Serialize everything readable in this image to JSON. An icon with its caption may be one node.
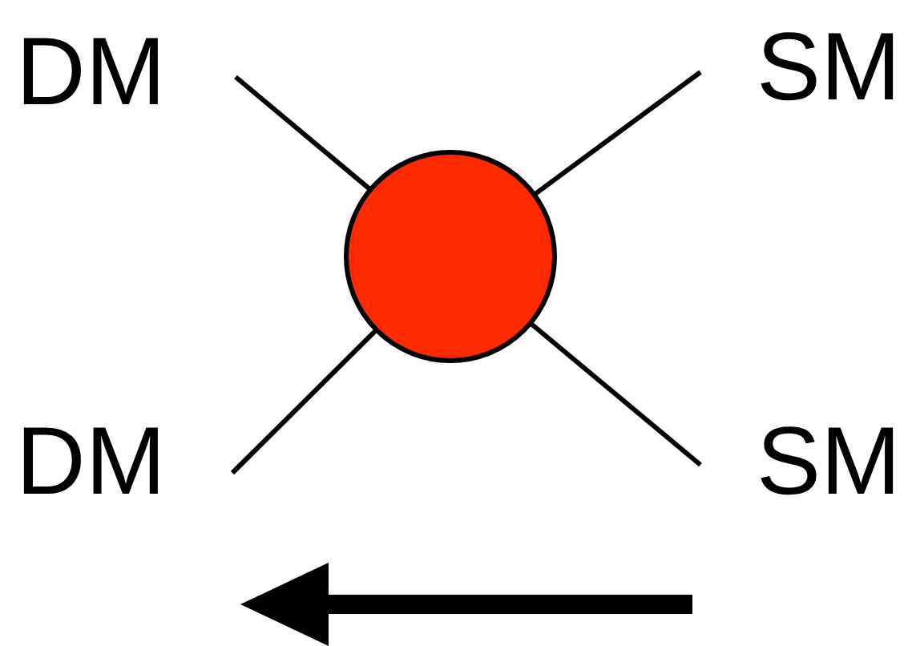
{
  "diagram": {
    "nodes": [
      {
        "text": [
          "DM"
        ]
      },
      {
        "text": [
          "SM"
        ]
      },
      {
        "text": [],
        "shape": "circle"
      },
      {
        "text": [
          "DM"
        ]
      },
      {
        "text": [
          "SM"
        ]
      }
    ],
    "edges": [
      {
        "from": 0,
        "to": 2,
        "arrow": "none"
      },
      {
        "from": 1,
        "to": 2,
        "arrow": "none"
      },
      {
        "from": 3,
        "to": 2,
        "arrow": "none"
      },
      {
        "from": 4,
        "to": 2,
        "arrow": "none"
      }
    ]
  }
}
